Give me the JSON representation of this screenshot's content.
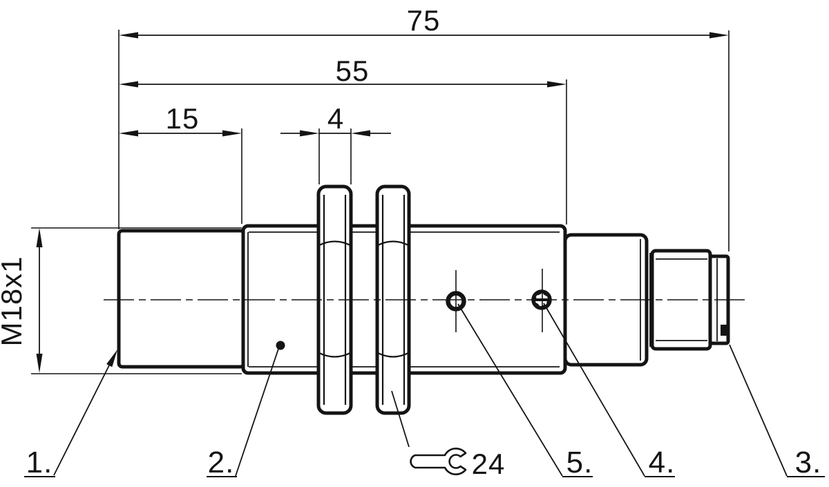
{
  "drawing": {
    "kind": "technical-dimension-drawing",
    "line_color": "#141414",
    "background": "#ffffff",
    "dimensions": {
      "overall_length": "75",
      "body_length": "55",
      "thread_length": "15",
      "nut_thickness": "4",
      "thread_spec": "M18x1",
      "wrench_size": "24"
    },
    "callouts": {
      "item1": "1.",
      "item2": "2.",
      "item3": "3.",
      "item4": "4.",
      "item5": "5."
    }
  }
}
